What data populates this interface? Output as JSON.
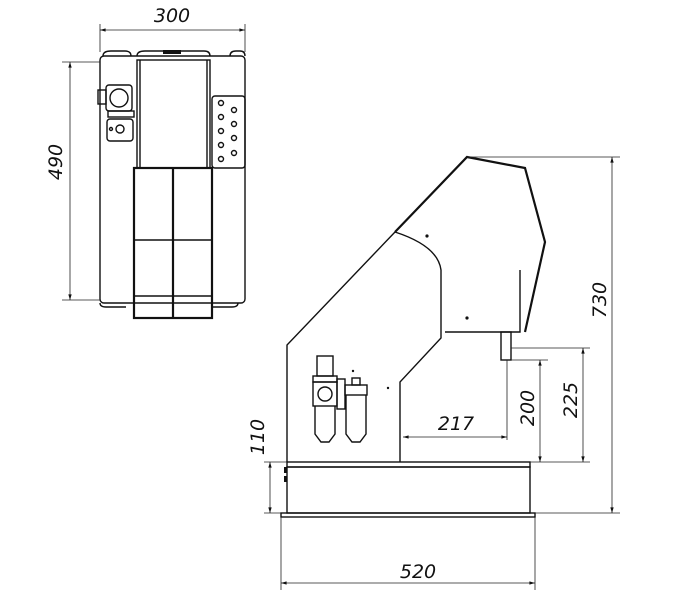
{
  "dimensions": {
    "top_width": "300",
    "top_depth": "490",
    "height_total": "730",
    "tool_height": "225",
    "stroke": "200",
    "throat_depth": "217",
    "base_height": "110",
    "base_width": "520"
  },
  "colors": {
    "line": "#111111",
    "background": "#ffffff"
  }
}
